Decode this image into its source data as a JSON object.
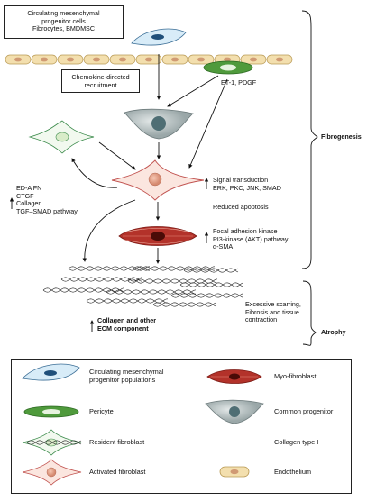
{
  "top_box": {
    "line1": "Circulating mesenchymal",
    "line2": "progenitor cells",
    "line3": "Fibrocytes, BMDMSC"
  },
  "chemokine_box": {
    "line1": "Chemokine-directed",
    "line2": "recruitment"
  },
  "et1_label": "ET-1, PDGF",
  "left_labels": [
    "ED-A FN",
    "CTGF",
    "Collagen",
    "TGF–SMAD pathway"
  ],
  "signal_labels": [
    "Signal transduction",
    "ERK, PKC, JNK, SMAD"
  ],
  "reduced_apoptosis": "Reduced apoptosis",
  "focal_labels": [
    "Focal adhesion kinase",
    "PI3-kinase (AKT) pathway",
    "α-SMA"
  ],
  "collagen_labels": [
    "Collagen and other",
    "ECM component"
  ],
  "scarring_labels": [
    "Excessive scarring,",
    "Fibrosis and tissue",
    "contraction"
  ],
  "phase_labels": {
    "fibrogenesis": "Fibrogenesis",
    "atrophy": "Atrophy"
  },
  "legend": {
    "items": [
      {
        "label_lines": [
          "Circulating mesenchymal",
          "progenitor populations"
        ],
        "icon": "circulating-progenitor-icon"
      },
      {
        "label_lines": [
          "Myo-fibroblast"
        ],
        "icon": "myofibroblast-icon"
      },
      {
        "label_lines": [
          "Pericyte"
        ],
        "icon": "pericyte-icon"
      },
      {
        "label_lines": [
          "Common progenitor"
        ],
        "icon": "common-progenitor-icon"
      },
      {
        "label_lines": [
          "Resident fibroblast"
        ],
        "icon": "resident-fibroblast-icon"
      },
      {
        "label_lines": [
          "Collagen type I"
        ],
        "icon": "collagen-icon"
      },
      {
        "label_lines": [
          "Activated fibroblast"
        ],
        "icon": "activated-fibroblast-icon"
      },
      {
        "label_lines": [
          "Endothelium"
        ],
        "icon": "endothelium-icon"
      }
    ]
  },
  "colors": {
    "progenitor_fill": "#d8ecf8",
    "progenitor_nucleus": "#1f4f7a",
    "pericyte_fill": "#4f9a3c",
    "common_progenitor": "#b9c3c4",
    "resident_outline": "#3a8a4a",
    "activated_outline": "#c0504d",
    "activated_fill": "#fbe6df",
    "myofibroblast": "#b3322a",
    "endothelium": "#f3dfae"
  }
}
